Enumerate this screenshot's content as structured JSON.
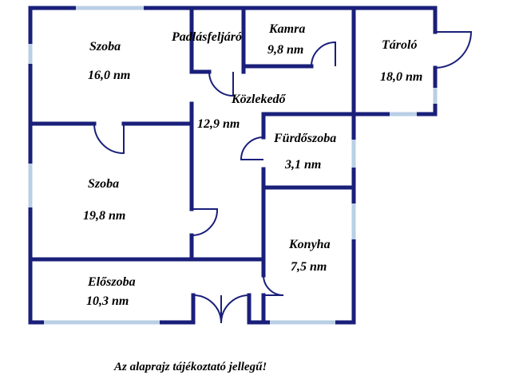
{
  "rooms": [
    {
      "id": "szoba-1",
      "name": "Szoba",
      "area": "16,0 nm"
    },
    {
      "id": "padlasfeljaro",
      "name": "Padlásfeljáró",
      "area": ""
    },
    {
      "id": "kamra",
      "name": "Kamra",
      "area": "9,8 nm"
    },
    {
      "id": "tarolo",
      "name": "Tároló",
      "area": "18,0 nm"
    },
    {
      "id": "kozlekedo",
      "name": "Közlekedő",
      "area": "12,9 nm"
    },
    {
      "id": "furdoszoba",
      "name": "Fürdőszoba",
      "area": "3,1 nm"
    },
    {
      "id": "szoba-2",
      "name": "Szoba",
      "area": "19,8 nm"
    },
    {
      "id": "konyha",
      "name": "Konyha",
      "area": "7,5 nm"
    },
    {
      "id": "eloszoba",
      "name": "Előszoba",
      "area": "10,3 nm"
    }
  ],
  "note": "Az alaprajz tájékoztató jellegű!",
  "colors": {
    "wall": "#1a1f7a",
    "window": "#b9cfe6",
    "text": "#000000"
  }
}
